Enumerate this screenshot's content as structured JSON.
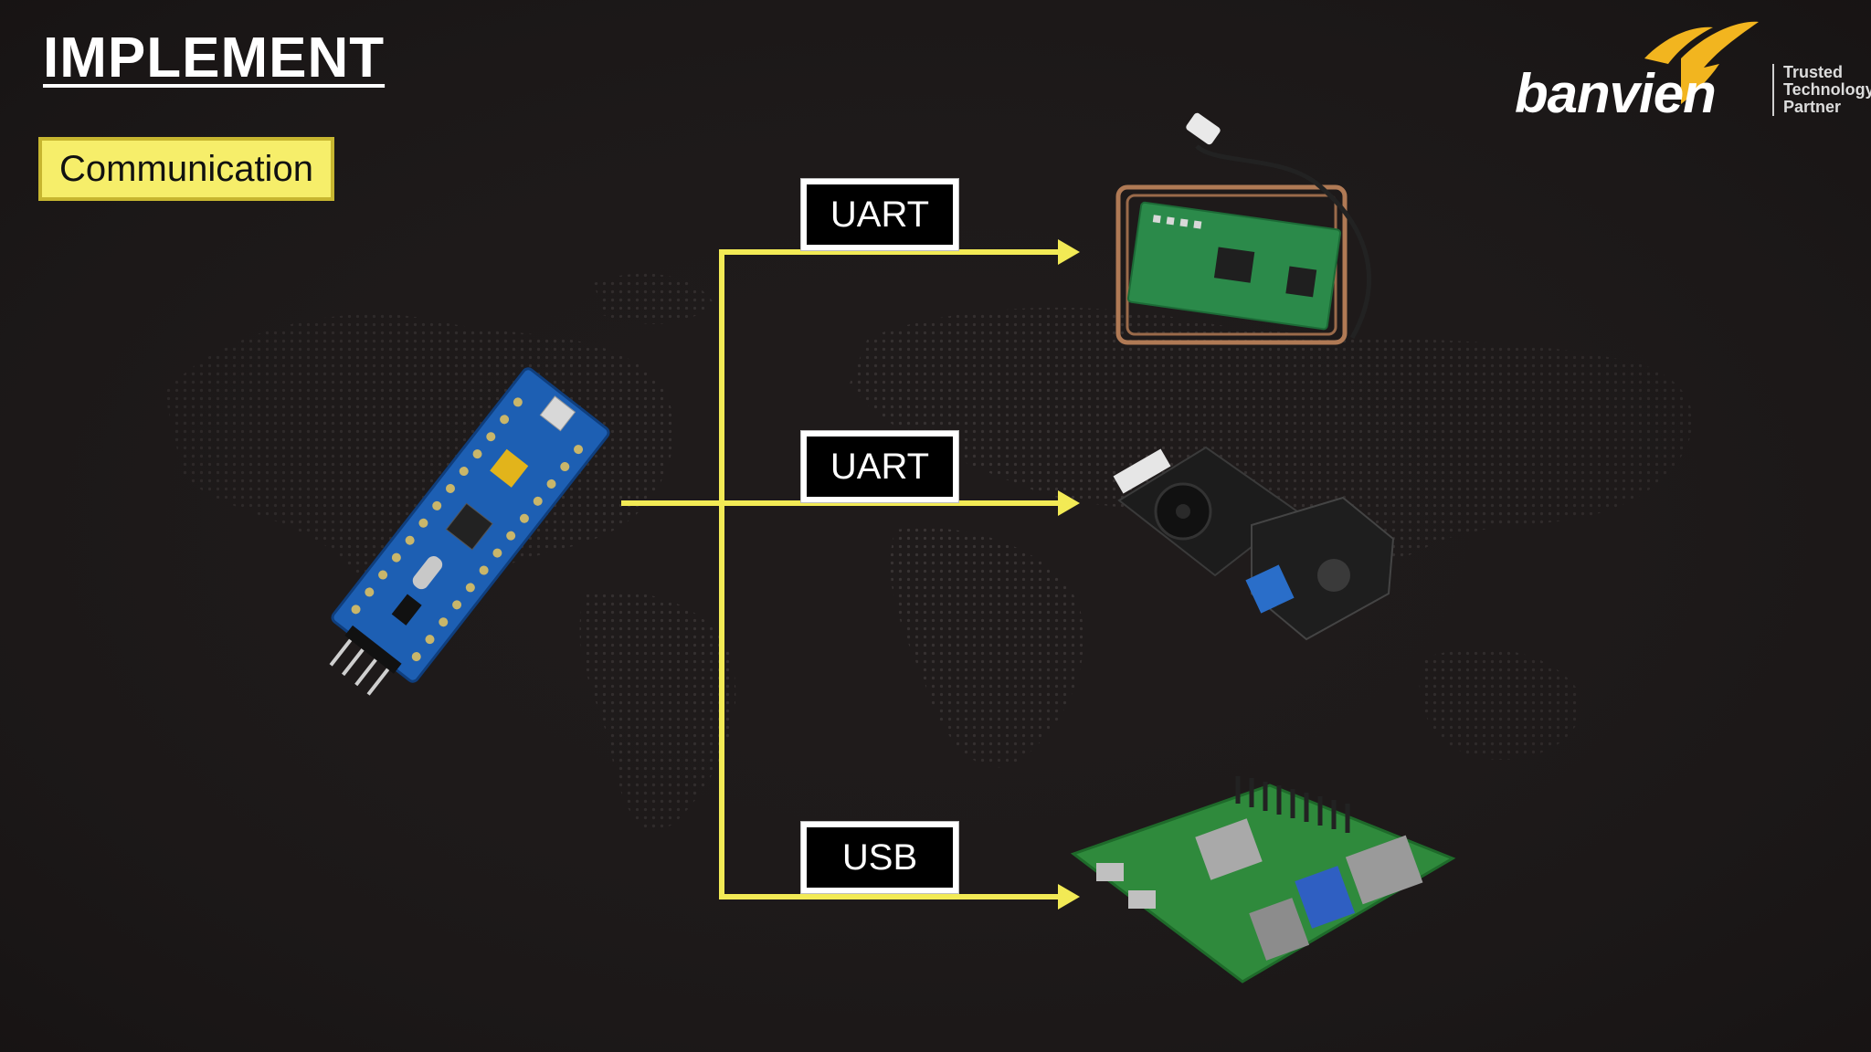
{
  "slide": {
    "title": "IMPLEMENT",
    "badge": "Communication"
  },
  "logo": {
    "brand": "banvien",
    "tagline": [
      "Trusted",
      "Technology",
      "Partner"
    ]
  },
  "links": [
    {
      "protocol": "UART",
      "target": "rfid-reader-module"
    },
    {
      "protocol": "UART",
      "target": "barcode-scanner-module"
    },
    {
      "protocol": "USB",
      "target": "raspberry-pi-board"
    }
  ],
  "colors": {
    "background": "#1f1b1b",
    "accent_yellow": "#f6ee6a",
    "connector": "#f2ea55",
    "label_bg": "#000000",
    "label_text": "#ffffff"
  },
  "icons": [
    "stm32-board-icon",
    "rfid-reader-icon",
    "barcode-scanner-icon",
    "raspberry-pi-icon",
    "banvien-logo-icon"
  ]
}
